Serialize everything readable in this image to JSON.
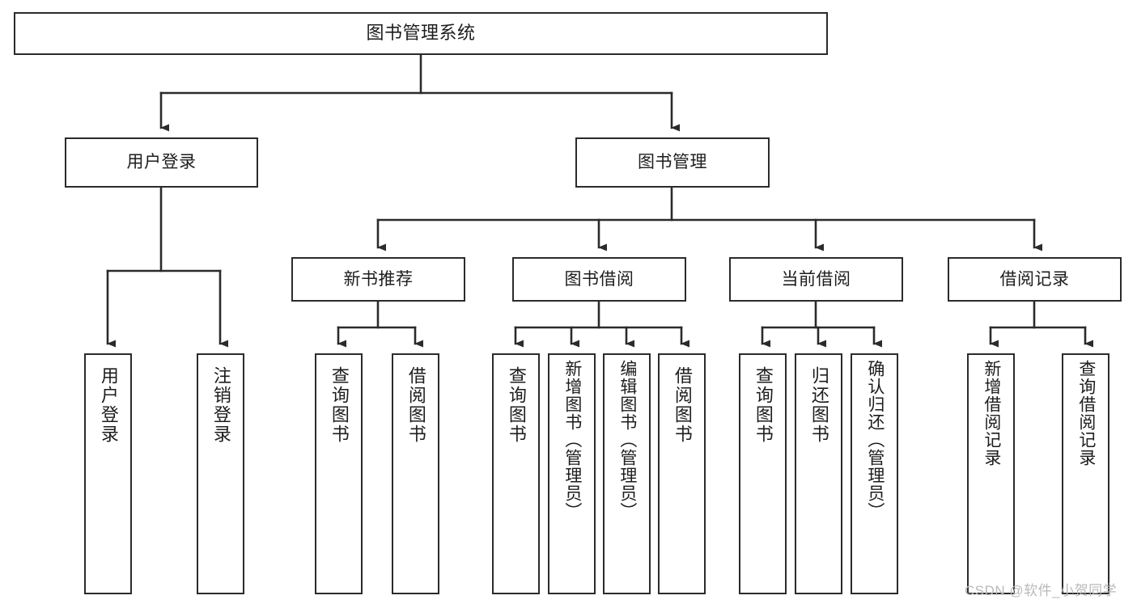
{
  "diagram": {
    "title": "图书管理系统",
    "type": "tree-hierarchy",
    "theme": {
      "background": "#ffffff",
      "node_fill": "#ffffff",
      "node_stroke": "#2b2b2b",
      "edge_stroke": "#2b2b2b",
      "text_color": "#1d1d1d",
      "watermark_color": "#b9b9b9"
    },
    "watermark": "CSDN @软件_小贺同学",
    "nodes": {
      "root": {
        "label": "图书管理系统"
      },
      "level2": [
        {
          "label": "用户登录"
        },
        {
          "label": "图书管理"
        }
      ],
      "level3": [
        {
          "label": "新书推荐"
        },
        {
          "label": "图书借阅"
        },
        {
          "label": "当前借阅"
        },
        {
          "label": "借阅记录"
        }
      ],
      "leaves": {
        "user_login": [
          {
            "label": "用户登录"
          },
          {
            "label": "注销登录"
          }
        ],
        "new_book_recommend": [
          {
            "label": "查询图书"
          },
          {
            "label": "借阅图书"
          }
        ],
        "book_borrow": [
          {
            "label": "查询图书"
          },
          {
            "label": "新增图书（管理员）"
          },
          {
            "label": "编辑图书（管理员）"
          },
          {
            "label": "借阅图书"
          }
        ],
        "current_borrow": [
          {
            "label": "查询图书"
          },
          {
            "label": "归还图书"
          },
          {
            "label": "确认归还（管理员）"
          }
        ],
        "borrow_records": [
          {
            "label": "新增借阅记录"
          },
          {
            "label": "查询借阅记录"
          }
        ]
      }
    }
  }
}
